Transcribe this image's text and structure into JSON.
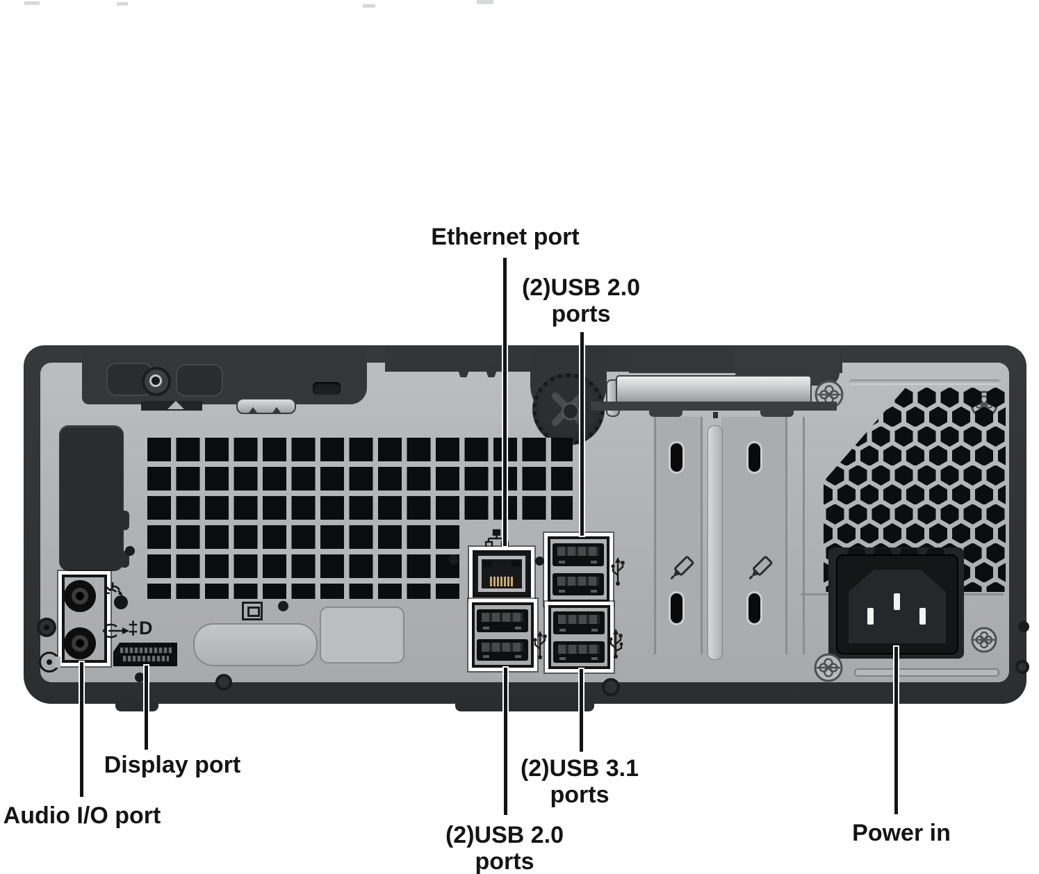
{
  "diagram": {
    "subject": "desktop-computer-rear-panel",
    "callouts": {
      "ethernet": {
        "label": "Ethernet port"
      },
      "usb2_top": {
        "line1": "(2)USB 2.0",
        "line2": "ports"
      },
      "display_port": {
        "label": "Display port"
      },
      "audio": {
        "label": "Audio I/O port"
      },
      "usb2_bottom": {
        "line1": "(2)USB 2.0",
        "line2": "ports"
      },
      "usb31": {
        "line1": "(2)USB 3.1",
        "line2": "ports"
      },
      "power": {
        "label": "Power in"
      }
    },
    "icons": {
      "displayport_glyph": "‡D",
      "names": [
        "ethernet-icon",
        "usb-2-icon",
        "usb-3-icon",
        "headset-icon",
        "line-out-icon",
        "displayport-icon",
        "monitor-icon",
        "thumbscrew-icon",
        "knurled-screw-icon",
        "expansion-slot-icon",
        "ground-icon"
      ]
    },
    "colors": {
      "chassis_dark": "#2e2f31",
      "panel_silver": "#b4b5b7",
      "vent_hole": "#0b0c0d",
      "callout_outline": "#ffffff",
      "leader_line": "#141414",
      "label_text": "#141414",
      "pin_gold": "#c9ab6e",
      "power_pin_white": "#f2f3f3"
    }
  }
}
